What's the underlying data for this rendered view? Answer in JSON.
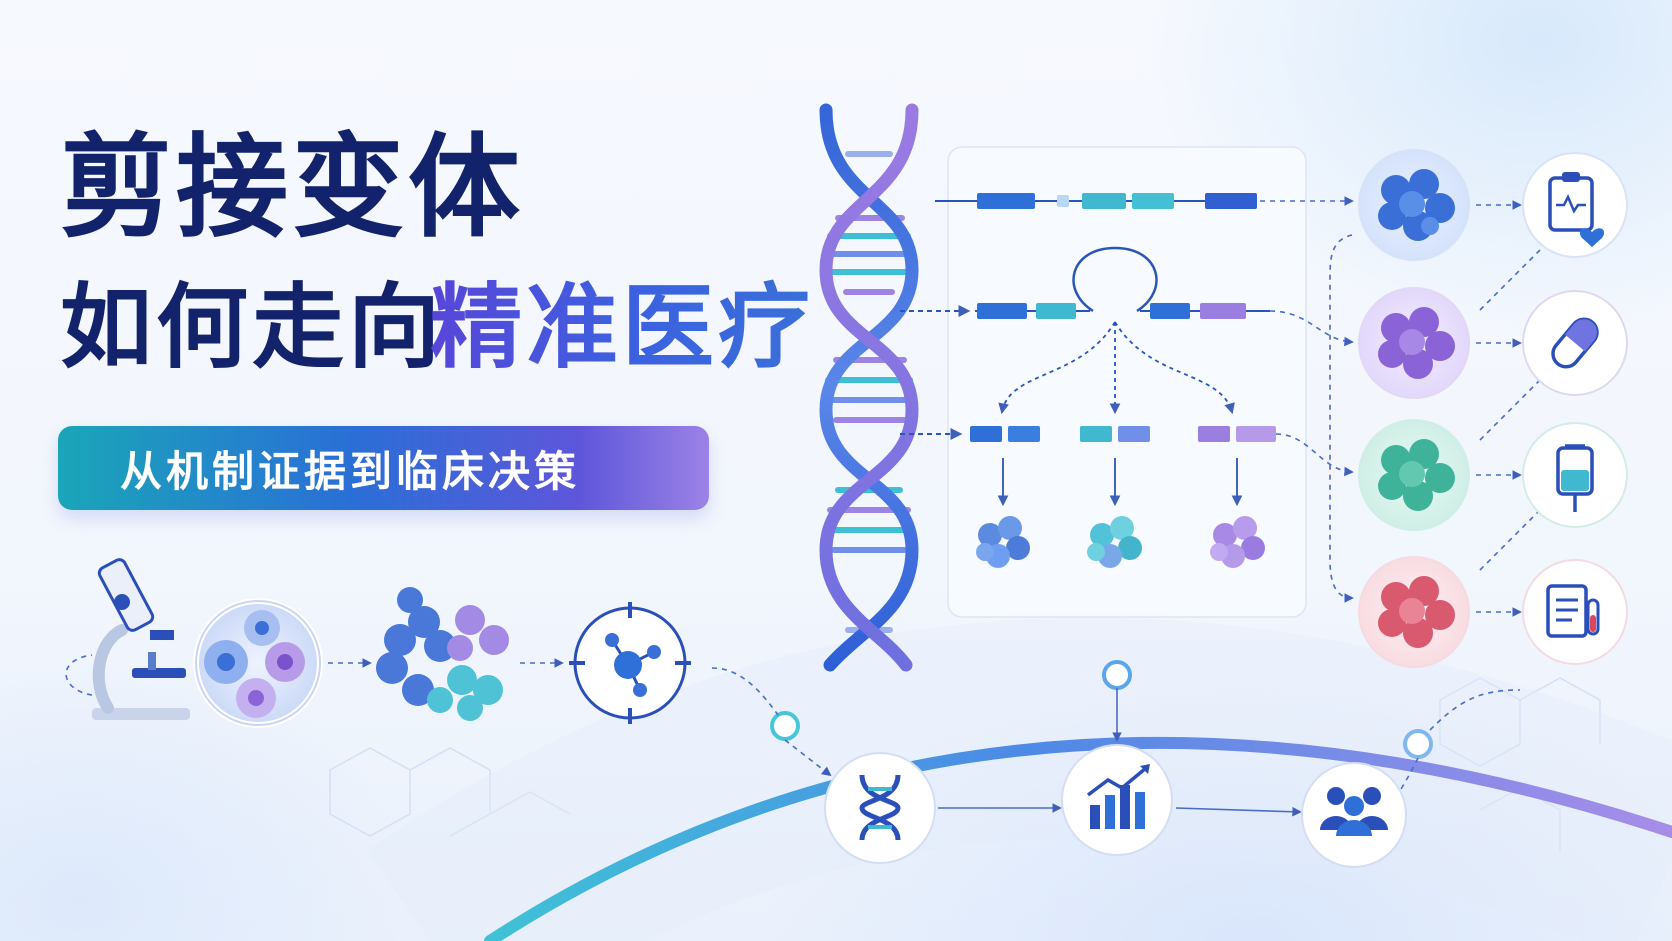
{
  "title": {
    "line1": "剪接变体",
    "line2_prefix": "如何走向",
    "line2_highlight": "精准医疗"
  },
  "subtitle": "从机制证据到临床决策",
  "colors": {
    "navy": "#13236b",
    "blue": "#2f6fd8",
    "teal": "#2bb8c8",
    "purple": "#8f72dc",
    "green": "#3fb89a",
    "red": "#e0687a"
  },
  "icons": {
    "pipeline": [
      "microscope-icon",
      "cell-sample-icon",
      "protein-cluster-icon",
      "molecule-target-icon"
    ],
    "timeline": [
      "dna-icon",
      "bar-chart-icon",
      "people-icon"
    ],
    "outcomes": [
      "clipboard-heart-icon",
      "pill-capsule-icon",
      "iv-bag-icon",
      "lab-report-icon"
    ],
    "cells": [
      "blue-cell-icon",
      "purple-cell-icon",
      "green-cell-icon",
      "red-cell-icon"
    ]
  }
}
